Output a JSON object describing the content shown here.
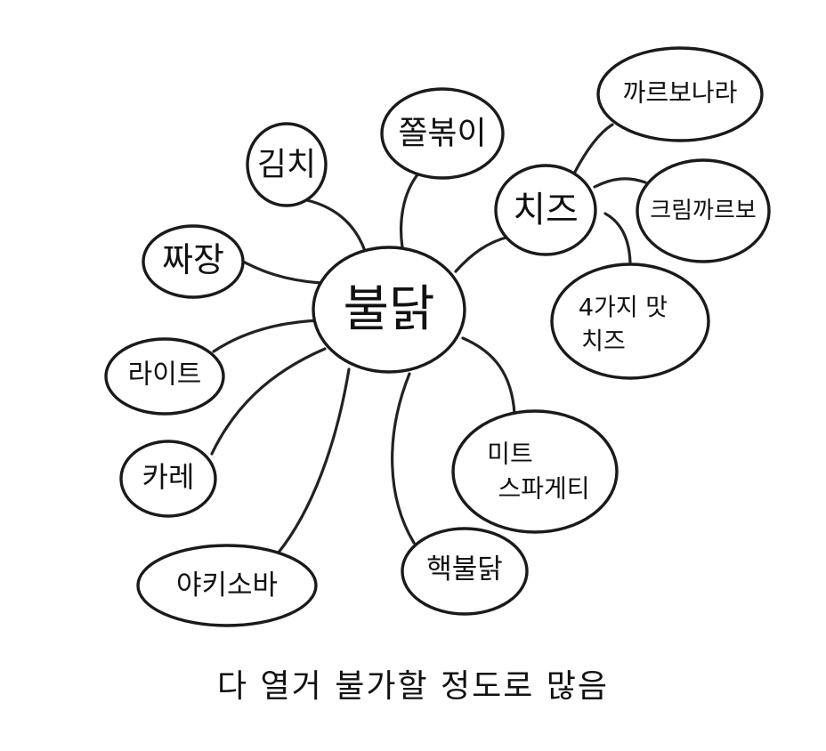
{
  "center": {
    "label": "불닭"
  },
  "nodes": {
    "kimchi": "김치",
    "jjolbokki": "쫄볶이",
    "cheese": "치즈",
    "carbonara": "까르보나라",
    "cream_carbonara": "크림까르보",
    "four_cheese": [
      "4가지 맛",
      "치즈"
    ],
    "jjajang": "짜장",
    "light": "라이트",
    "curry": "카레",
    "yakisoba": "야키소바",
    "nuclear": "핵불닭",
    "meat_spaghetti": [
      "미트",
      "스파게티"
    ]
  },
  "caption": "다 열거 불가할 정도로 많음"
}
